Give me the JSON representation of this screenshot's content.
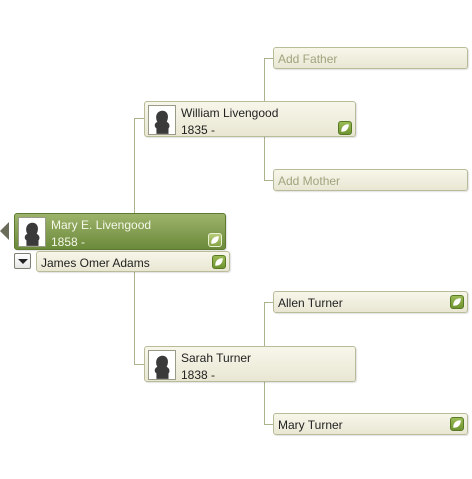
{
  "root": {
    "name": "Mary E. Livengood",
    "dates": "1858 -"
  },
  "spouse": {
    "name": "James Omer Adams"
  },
  "father": {
    "name": "William Livengood",
    "dates": "1835 -"
  },
  "mother": {
    "name": "Sarah Turner",
    "dates": "1838 -"
  },
  "paternal": {
    "add_father": "Add Father",
    "add_mother": "Add Mother"
  },
  "maternal": {
    "father": "Allen Turner",
    "mother": "Mary Turner"
  },
  "icons": {
    "portrait": "silhouette-icon",
    "leaf": "leaf-hint-icon",
    "nav": "back-arrow-icon",
    "spouse_menu": "chevron-down-icon"
  },
  "colors": {
    "accent": "#7a9548",
    "card": "#eeecd9",
    "line": "#a9b48c"
  }
}
